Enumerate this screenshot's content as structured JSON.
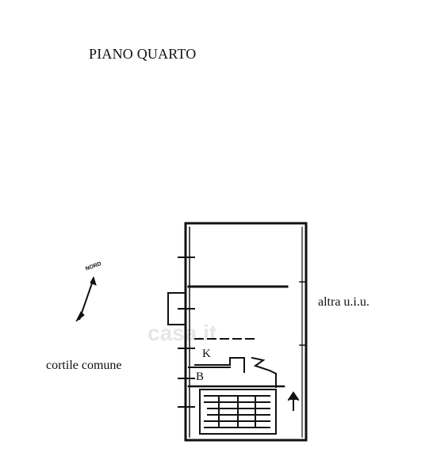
{
  "title": "PIANO QUARTO",
  "labels": {
    "left_area": "cortile comune",
    "right_area": "altra u.i.u.",
    "room_k": "K",
    "room_b": "B",
    "north": "NORD"
  },
  "watermark": "casa.it",
  "colors": {
    "line": "#111111",
    "background": "#ffffff"
  },
  "icons": {
    "compass": "north-arrow-icon",
    "entry_arrow": "up-arrow-icon"
  }
}
